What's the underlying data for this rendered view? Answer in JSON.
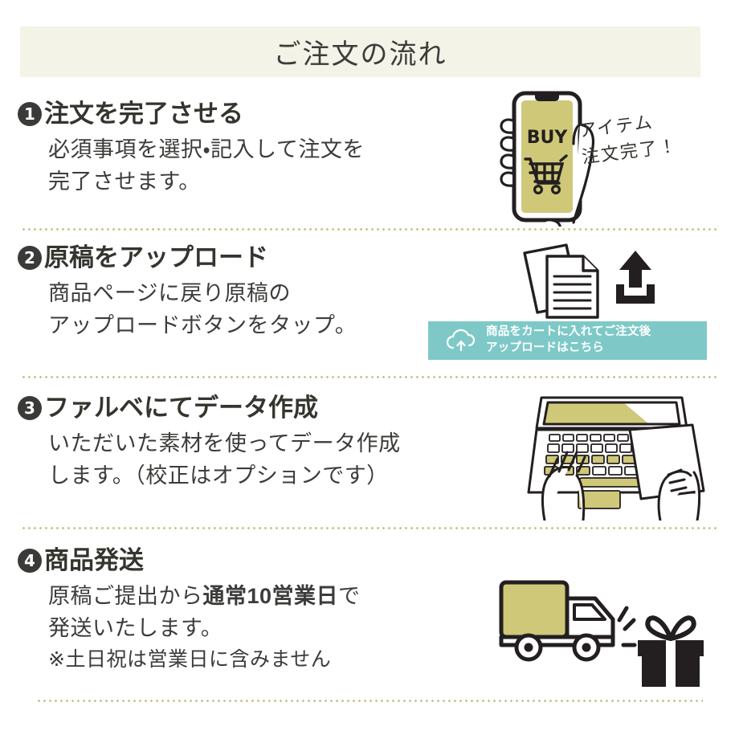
{
  "header": {
    "title": "ご注文の流れ",
    "band_color": "#f3f3e7"
  },
  "theme": {
    "ink": "#3a3a38",
    "olive": "#cfc878",
    "teal": "#7ec9c8",
    "dotted": "#c9bf86",
    "cream": "#f3f3e7"
  },
  "steps": [
    {
      "number": "❶",
      "num_text": "1",
      "title": "注文を完了させる",
      "body_lines": [
        "必須事項を選択・記入して注文を",
        "完了させます。"
      ],
      "illustration": "hand-holding-phone-buy",
      "annotation_lines": [
        "アイテム",
        "注文完了！"
      ]
    },
    {
      "number": "❷",
      "num_text": "2",
      "title": "原稿をアップロード",
      "body_lines": [
        "商品ページに戻り原稿の",
        "アップロードボタンをタップ。"
      ],
      "illustration": "documents-upload",
      "button": {
        "icon": "cloud-upload-icon",
        "line1": "商品をカートに入れてご注文後",
        "line2": "アップロードはこちら",
        "color": "#7ec9c8"
      }
    },
    {
      "number": "❸",
      "num_text": "3",
      "title": "ファルベにてデータ作成",
      "body_lines": [
        "いただいた素材を使ってデータ作成",
        "します。（校正はオプションです）"
      ],
      "illustration": "hands-on-laptop"
    },
    {
      "number": "❹",
      "num_text": "4",
      "title": "商品発送",
      "body_prefix": "原稿ご提出から",
      "body_bold": "通常10営業日",
      "body_suffix": "で",
      "body_line2": "発送いたします。",
      "body_note": "※土日祝は営業日に含みません",
      "illustration": "delivery-truck-gift"
    }
  ],
  "phone": {
    "screen_label": "BUY",
    "screen_color": "#cfc878",
    "cart_icon": "shopping-cart-icon"
  }
}
